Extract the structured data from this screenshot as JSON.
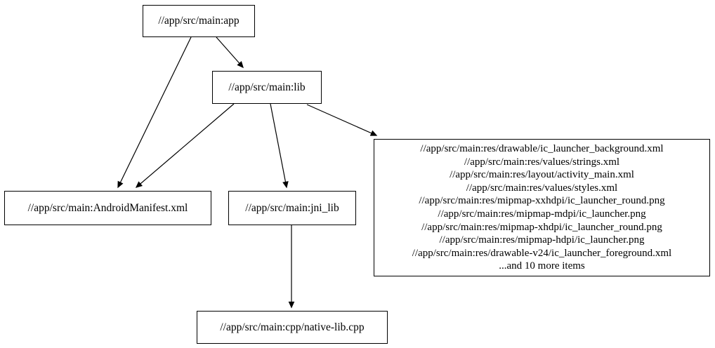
{
  "colors": {
    "background": "#ffffff",
    "node_border": "#000000",
    "edge": "#000000",
    "text": "#000000"
  },
  "graph": {
    "nodes": {
      "app": {
        "label": "//app/src/main:app"
      },
      "lib": {
        "label": "//app/src/main:lib"
      },
      "manifest": {
        "label": "//app/src/main:AndroidManifest.xml"
      },
      "jni_lib": {
        "label": "//app/src/main:jni_lib"
      },
      "cpp": {
        "label": "//app/src/main:cpp/native-lib.cpp"
      },
      "res": {
        "lines": [
          "//app/src/main:res/drawable/ic_launcher_background.xml",
          "//app/src/main:res/values/strings.xml",
          "//app/src/main:res/layout/activity_main.xml",
          "//app/src/main:res/values/styles.xml",
          "//app/src/main:res/mipmap-xxhdpi/ic_launcher_round.png",
          "//app/src/main:res/mipmap-mdpi/ic_launcher.png",
          "//app/src/main:res/mipmap-xhdpi/ic_launcher_round.png",
          "//app/src/main:res/mipmap-hdpi/ic_launcher.png",
          "//app/src/main:res/drawable-v24/ic_launcher_foreground.xml",
          "...and 10 more items"
        ]
      }
    },
    "edges": [
      {
        "from": "//app/src/main:app",
        "to": "//app/src/main:lib"
      },
      {
        "from": "//app/src/main:app",
        "to": "//app/src/main:AndroidManifest.xml"
      },
      {
        "from": "//app/src/main:lib",
        "to": "//app/src/main:AndroidManifest.xml"
      },
      {
        "from": "//app/src/main:lib",
        "to": "//app/src/main:jni_lib"
      },
      {
        "from": "//app/src/main:lib",
        "to": "//app/src/main:res (resource group)"
      },
      {
        "from": "//app/src/main:jni_lib",
        "to": "//app/src/main:cpp/native-lib.cpp"
      }
    ]
  }
}
